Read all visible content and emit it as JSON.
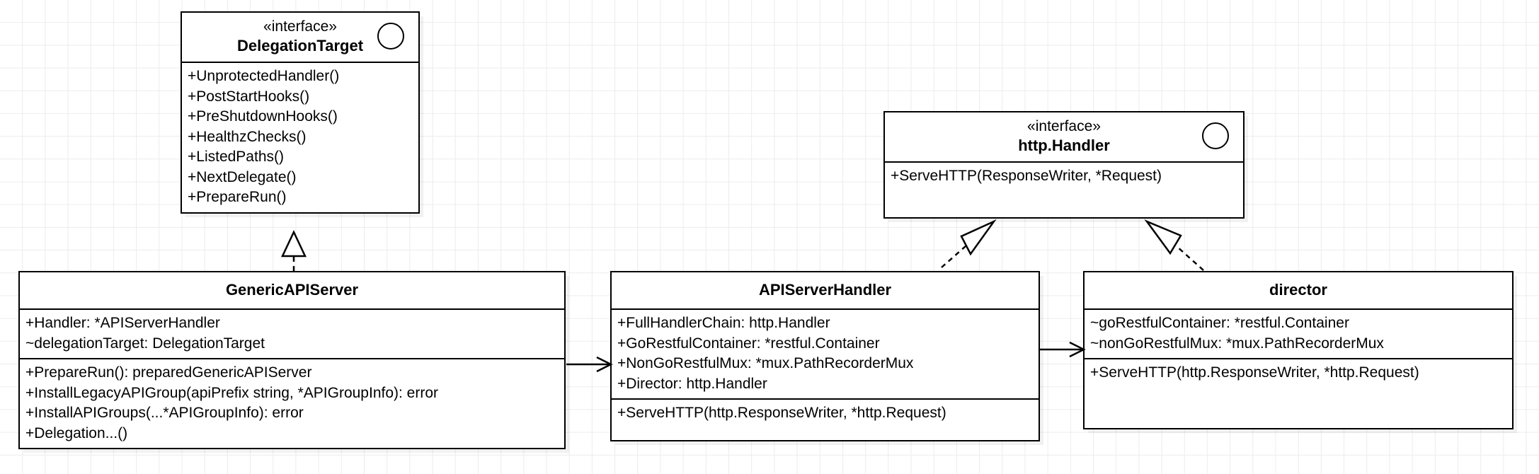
{
  "diagram": {
    "type": "uml-class-diagram",
    "background": "#ffffff",
    "grid_color": "#ececec",
    "line_color": "#000000"
  },
  "classes": {
    "delegation_target": {
      "stereotype": "«interface»",
      "name": "DelegationTarget",
      "icon": "interface-circle",
      "methods": [
        "+UnprotectedHandler()",
        "+PostStartHooks()",
        "+PreShutdownHooks()",
        "+HealthzChecks()",
        "+ListedPaths()",
        "+NextDelegate()",
        "+PrepareRun()"
      ]
    },
    "http_handler": {
      "stereotype": "«interface»",
      "name": "http.Handler",
      "icon": "interface-circle",
      "methods": [
        "+ServeHTTP(ResponseWriter, *Request)"
      ]
    },
    "generic_api_server": {
      "name": "GenericAPIServer",
      "attributes": [
        "+Handler: *APIServerHandler",
        "~delegationTarget: DelegationTarget"
      ],
      "methods": [
        "+PrepareRun(): preparedGenericAPIServer",
        "+InstallLegacyAPIGroup(apiPrefix string, *APIGroupInfo): error",
        "+InstallAPIGroups(...*APIGroupInfo): error",
        "+Delegation...()"
      ]
    },
    "api_server_handler": {
      "name": "APIServerHandler",
      "attributes": [
        "+FullHandlerChain: http.Handler",
        "+GoRestfulContainer: *restful.Container",
        "+NonGoRestfulMux: *mux.PathRecorderMux",
        "+Director: http.Handler"
      ],
      "methods": [
        "+ServeHTTP(http.ResponseWriter, *http.Request)"
      ]
    },
    "director": {
      "name": "director",
      "attributes": [
        "~goRestfulContainer: *restful.Container",
        "~nonGoRestfulMux: *mux.PathRecorderMux"
      ],
      "methods": [
        "+ServeHTTP(http.ResponseWriter, *http.Request)"
      ]
    }
  },
  "relationships": [
    {
      "name": "generic-api-server-realizes-delegation-target",
      "from": "GenericAPIServer",
      "to": "DelegationTarget",
      "kind": "realization",
      "line": "dashed",
      "arrowhead": "hollow-triangle"
    },
    {
      "name": "generic-api-server-to-api-server-handler",
      "from": "GenericAPIServer",
      "to": "APIServerHandler",
      "kind": "association",
      "line": "solid",
      "arrowhead": "open"
    },
    {
      "name": "api-server-handler-realizes-http-handler",
      "from": "APIServerHandler",
      "to": "http.Handler",
      "kind": "realization",
      "line": "dashed",
      "arrowhead": "hollow-triangle"
    },
    {
      "name": "api-server-handler-to-director",
      "from": "APIServerHandler",
      "to": "director",
      "kind": "association",
      "line": "solid",
      "arrowhead": "open"
    },
    {
      "name": "director-realizes-http-handler",
      "from": "director",
      "to": "http.Handler",
      "kind": "realization",
      "line": "dashed",
      "arrowhead": "hollow-triangle"
    }
  ]
}
